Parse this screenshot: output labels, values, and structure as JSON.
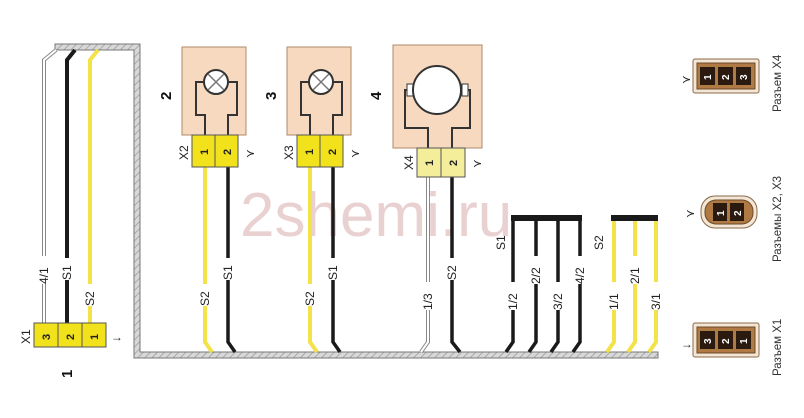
{
  "watermark": "2shemi.ru",
  "components": [
    {
      "number": "1",
      "connector": "X1",
      "pins": [
        "3",
        "2",
        "1"
      ]
    },
    {
      "number": "2",
      "connector": "X2",
      "pins": [
        "1",
        "2"
      ]
    },
    {
      "number": "3",
      "connector": "X3",
      "pins": [
        "1",
        "2"
      ]
    },
    {
      "number": "4",
      "connector": "X4",
      "pins": [
        "1",
        "2"
      ]
    }
  ],
  "wires": {
    "x1": [
      "4/1",
      "S1",
      "S2"
    ],
    "x2": [
      "S2",
      "S1"
    ],
    "x3": [
      "S2",
      "S1"
    ],
    "x4": [
      "1/3",
      "S2"
    ],
    "s1_splice": {
      "name": "S1",
      "wires": [
        "1/2",
        "2/2",
        "3/2",
        "4/2"
      ]
    },
    "s2_splice": {
      "name": "S2",
      "wires": [
        "1/1",
        "2/1",
        "3/1"
      ]
    }
  },
  "legend": [
    {
      "caption": "Разъем X4",
      "pins": [
        "1",
        "2",
        "3"
      ]
    },
    {
      "caption": "Разъемы X2, X3",
      "pins": [
        "1",
        "2"
      ]
    },
    {
      "caption": "Разъем X1",
      "pins": [
        "3",
        "2",
        "1"
      ]
    }
  ],
  "colors": {
    "yellow_wire": "#f3e24a",
    "black_wire": "#1a1a1a",
    "connector": "#f2e21c",
    "component": "#f6d9bf",
    "legend_connector": "#b07a45"
  }
}
